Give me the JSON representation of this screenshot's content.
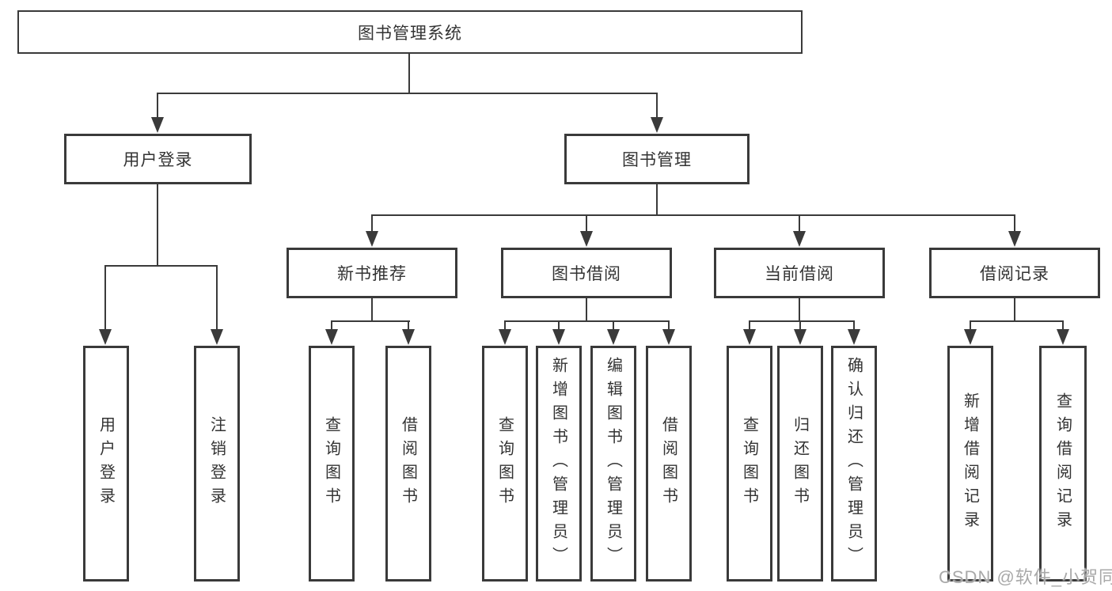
{
  "diagram": {
    "title_node": "图书管理系统",
    "tree": {
      "label": "图书管理系统",
      "children": [
        {
          "label": "用户登录",
          "children": [
            {
              "label": "用户登录"
            },
            {
              "label": "注销登录"
            }
          ]
        },
        {
          "label": "图书管理",
          "children": [
            {
              "label": "新书推荐",
              "children": [
                {
                  "label": "查询图书"
                },
                {
                  "label": "借阅图书"
                }
              ]
            },
            {
              "label": "图书借阅",
              "children": [
                {
                  "label": "查询图书"
                },
                {
                  "label": "新增图书（管理员）"
                },
                {
                  "label": "编辑图书（管理员）"
                },
                {
                  "label": "借阅图书"
                }
              ]
            },
            {
              "label": "当前借阅",
              "children": [
                {
                  "label": "查询图书"
                },
                {
                  "label": "归还图书"
                },
                {
                  "label": "确认归还（管理员）"
                }
              ]
            },
            {
              "label": "借阅记录",
              "children": [
                {
                  "label": "新增借阅记录"
                },
                {
                  "label": "查询借阅记录"
                }
              ]
            }
          ]
        }
      ]
    },
    "colors": {
      "line": "#3a3a3a",
      "text": "#333333",
      "background": "#ffffff",
      "watermark": "#a9a9a9"
    }
  },
  "watermark": "CSDN @软件_小贺同学"
}
